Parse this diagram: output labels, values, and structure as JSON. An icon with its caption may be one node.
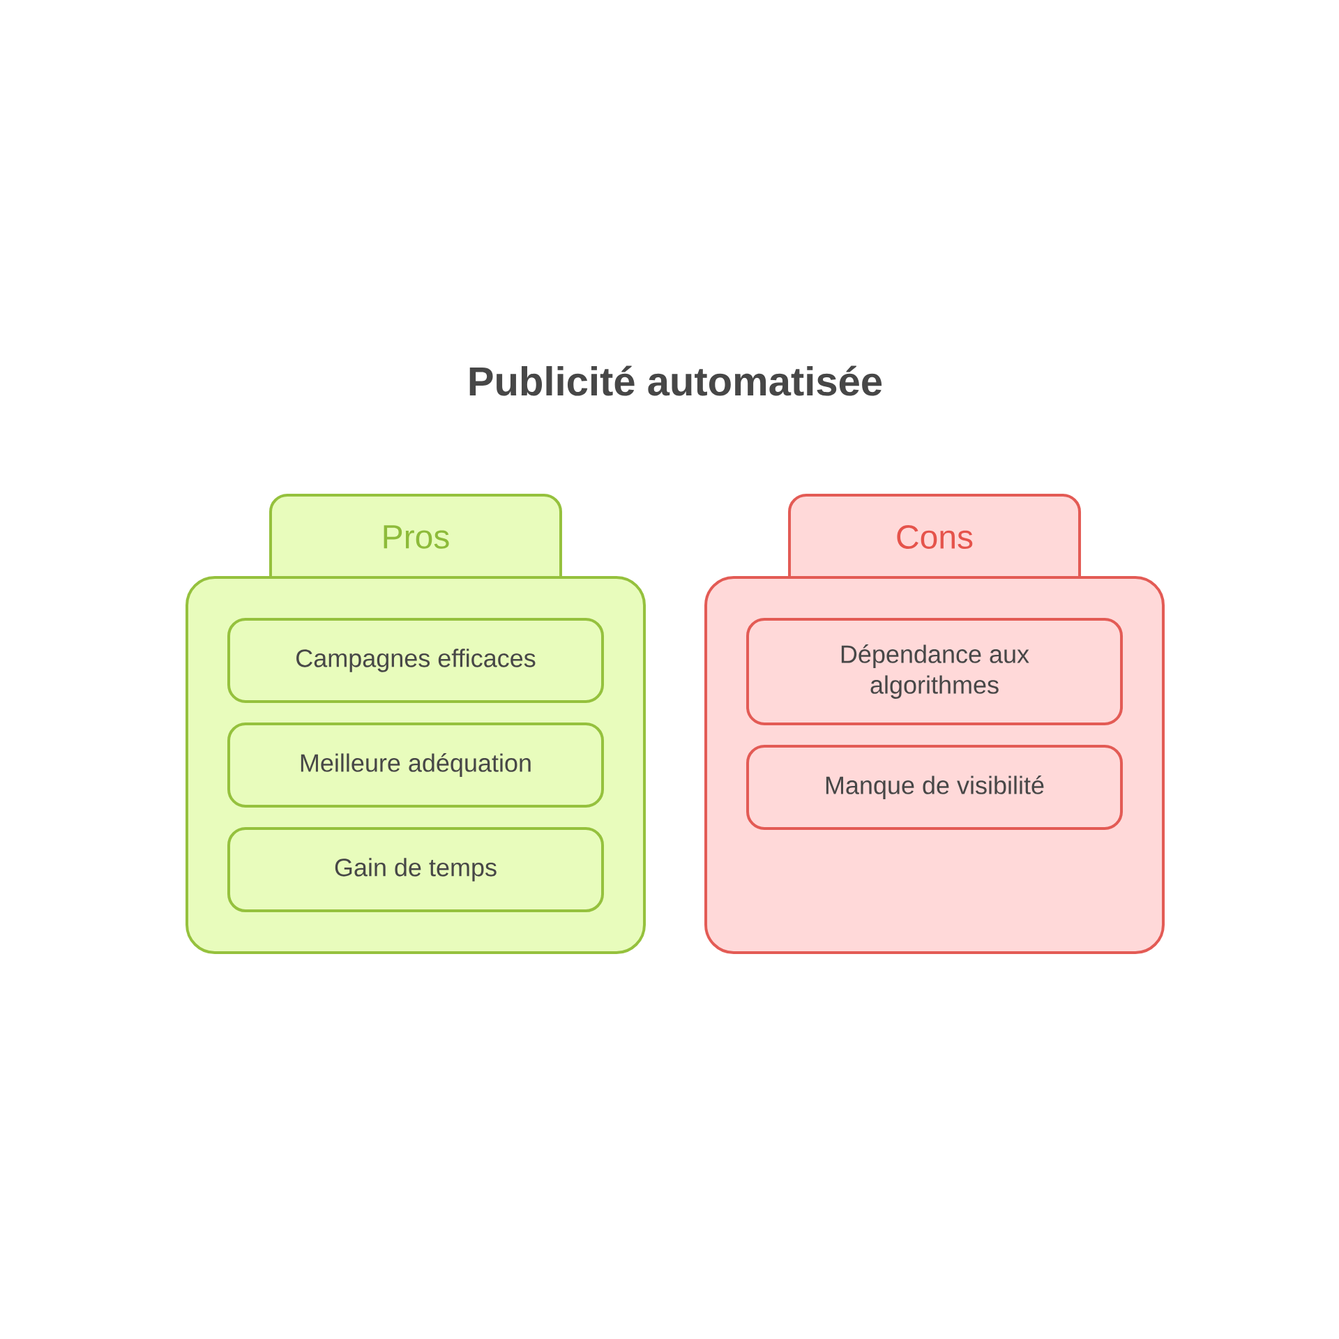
{
  "diagram": {
    "title": "Publicité automatisée",
    "nodes": [
      {
        "text": [
          "Pros"
        ]
      },
      {
        "text": [],
        "shape": "box"
      },
      {
        "text": [
          "Campagnes efficaces"
        ],
        "in": 1
      },
      {
        "text": [
          "Meilleure adéquation"
        ],
        "in": 1
      },
      {
        "text": [
          "Gain de temps"
        ],
        "in": 1
      },
      {
        "text": [
          "Cons"
        ]
      },
      {
        "text": [],
        "shape": "box"
      },
      {
        "text": [
          "Dépendance aux algorithmes"
        ],
        "in": 6
      },
      {
        "text": [
          "Manque de visibilité"
        ],
        "in": 6
      }
    ]
  }
}
